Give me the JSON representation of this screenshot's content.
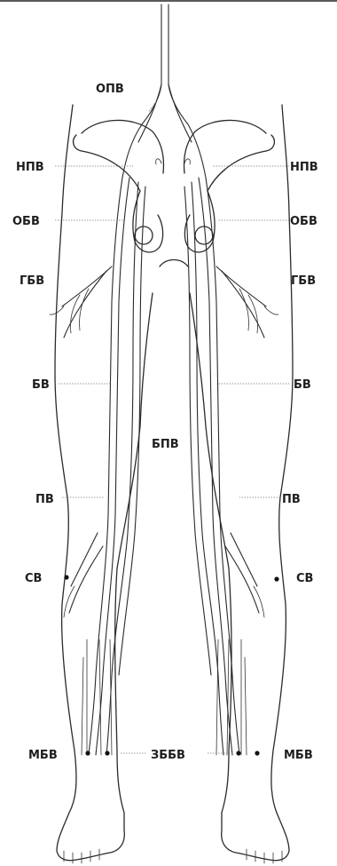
{
  "labels": {
    "opv": "ОПВ",
    "npv": "НПВ",
    "obv": "ОБВ",
    "gbv": "ГБВ",
    "bv": "БВ",
    "bpv": "БПВ",
    "pv": "ПВ",
    "sv": "СВ",
    "mbv": "МБВ",
    "zbbv": "ЗББВ"
  }
}
